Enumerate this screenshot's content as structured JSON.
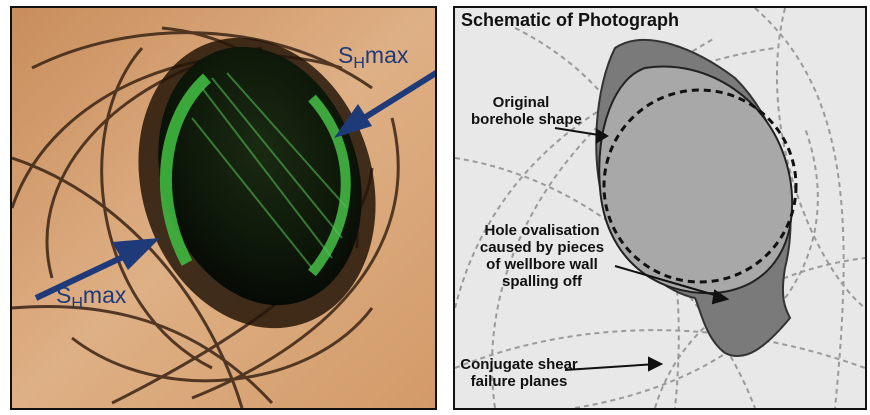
{
  "photo": {
    "label_top_main": "S",
    "label_top_sub": "H",
    "label_top_suffix": "max",
    "label_bottom_main": "S",
    "label_bottom_sub": "H",
    "label_bottom_suffix": "max"
  },
  "schematic": {
    "title": "Schematic of Photograph",
    "label_original_line1": "Original",
    "label_original_line2": "borehole shape",
    "label_ovalisation_line1": "Hole ovalisation",
    "label_ovalisation_line2": "caused by pieces",
    "label_ovalisation_line3": "of wellbore wall",
    "label_ovalisation_line4": "spalling off",
    "label_shear_line1": "Conjugate shear",
    "label_shear_line2": "failure planes"
  },
  "colors": {
    "arrow": "#1f3a78",
    "rock": "#d8a274",
    "borehole_green": "#3fb83f",
    "schematic_bg": "#e8e8e8",
    "spall_dark": "#7a7a7a",
    "bore_light": "#a8a8a8"
  }
}
